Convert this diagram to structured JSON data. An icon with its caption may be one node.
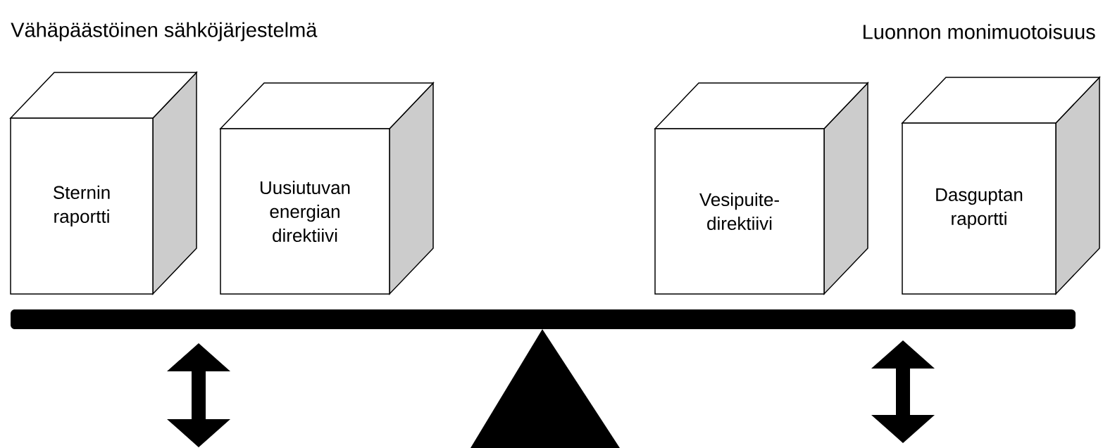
{
  "diagram": {
    "nodes": [
      {
        "text": [
          "Sternin raportti"
        ]
      },
      {
        "text": [
          "Uusiutuvan energian direktiivi"
        ]
      },
      {
        "text": [
          "Vesipuite- direktiivi"
        ]
      },
      {
        "text": [
          "Dasguptan raportti"
        ]
      }
    ],
    "labels": [
      "Vähäpäästöinen sähköjärjestelmä",
      "Luonnon monimuotoisuus"
    ]
  }
}
